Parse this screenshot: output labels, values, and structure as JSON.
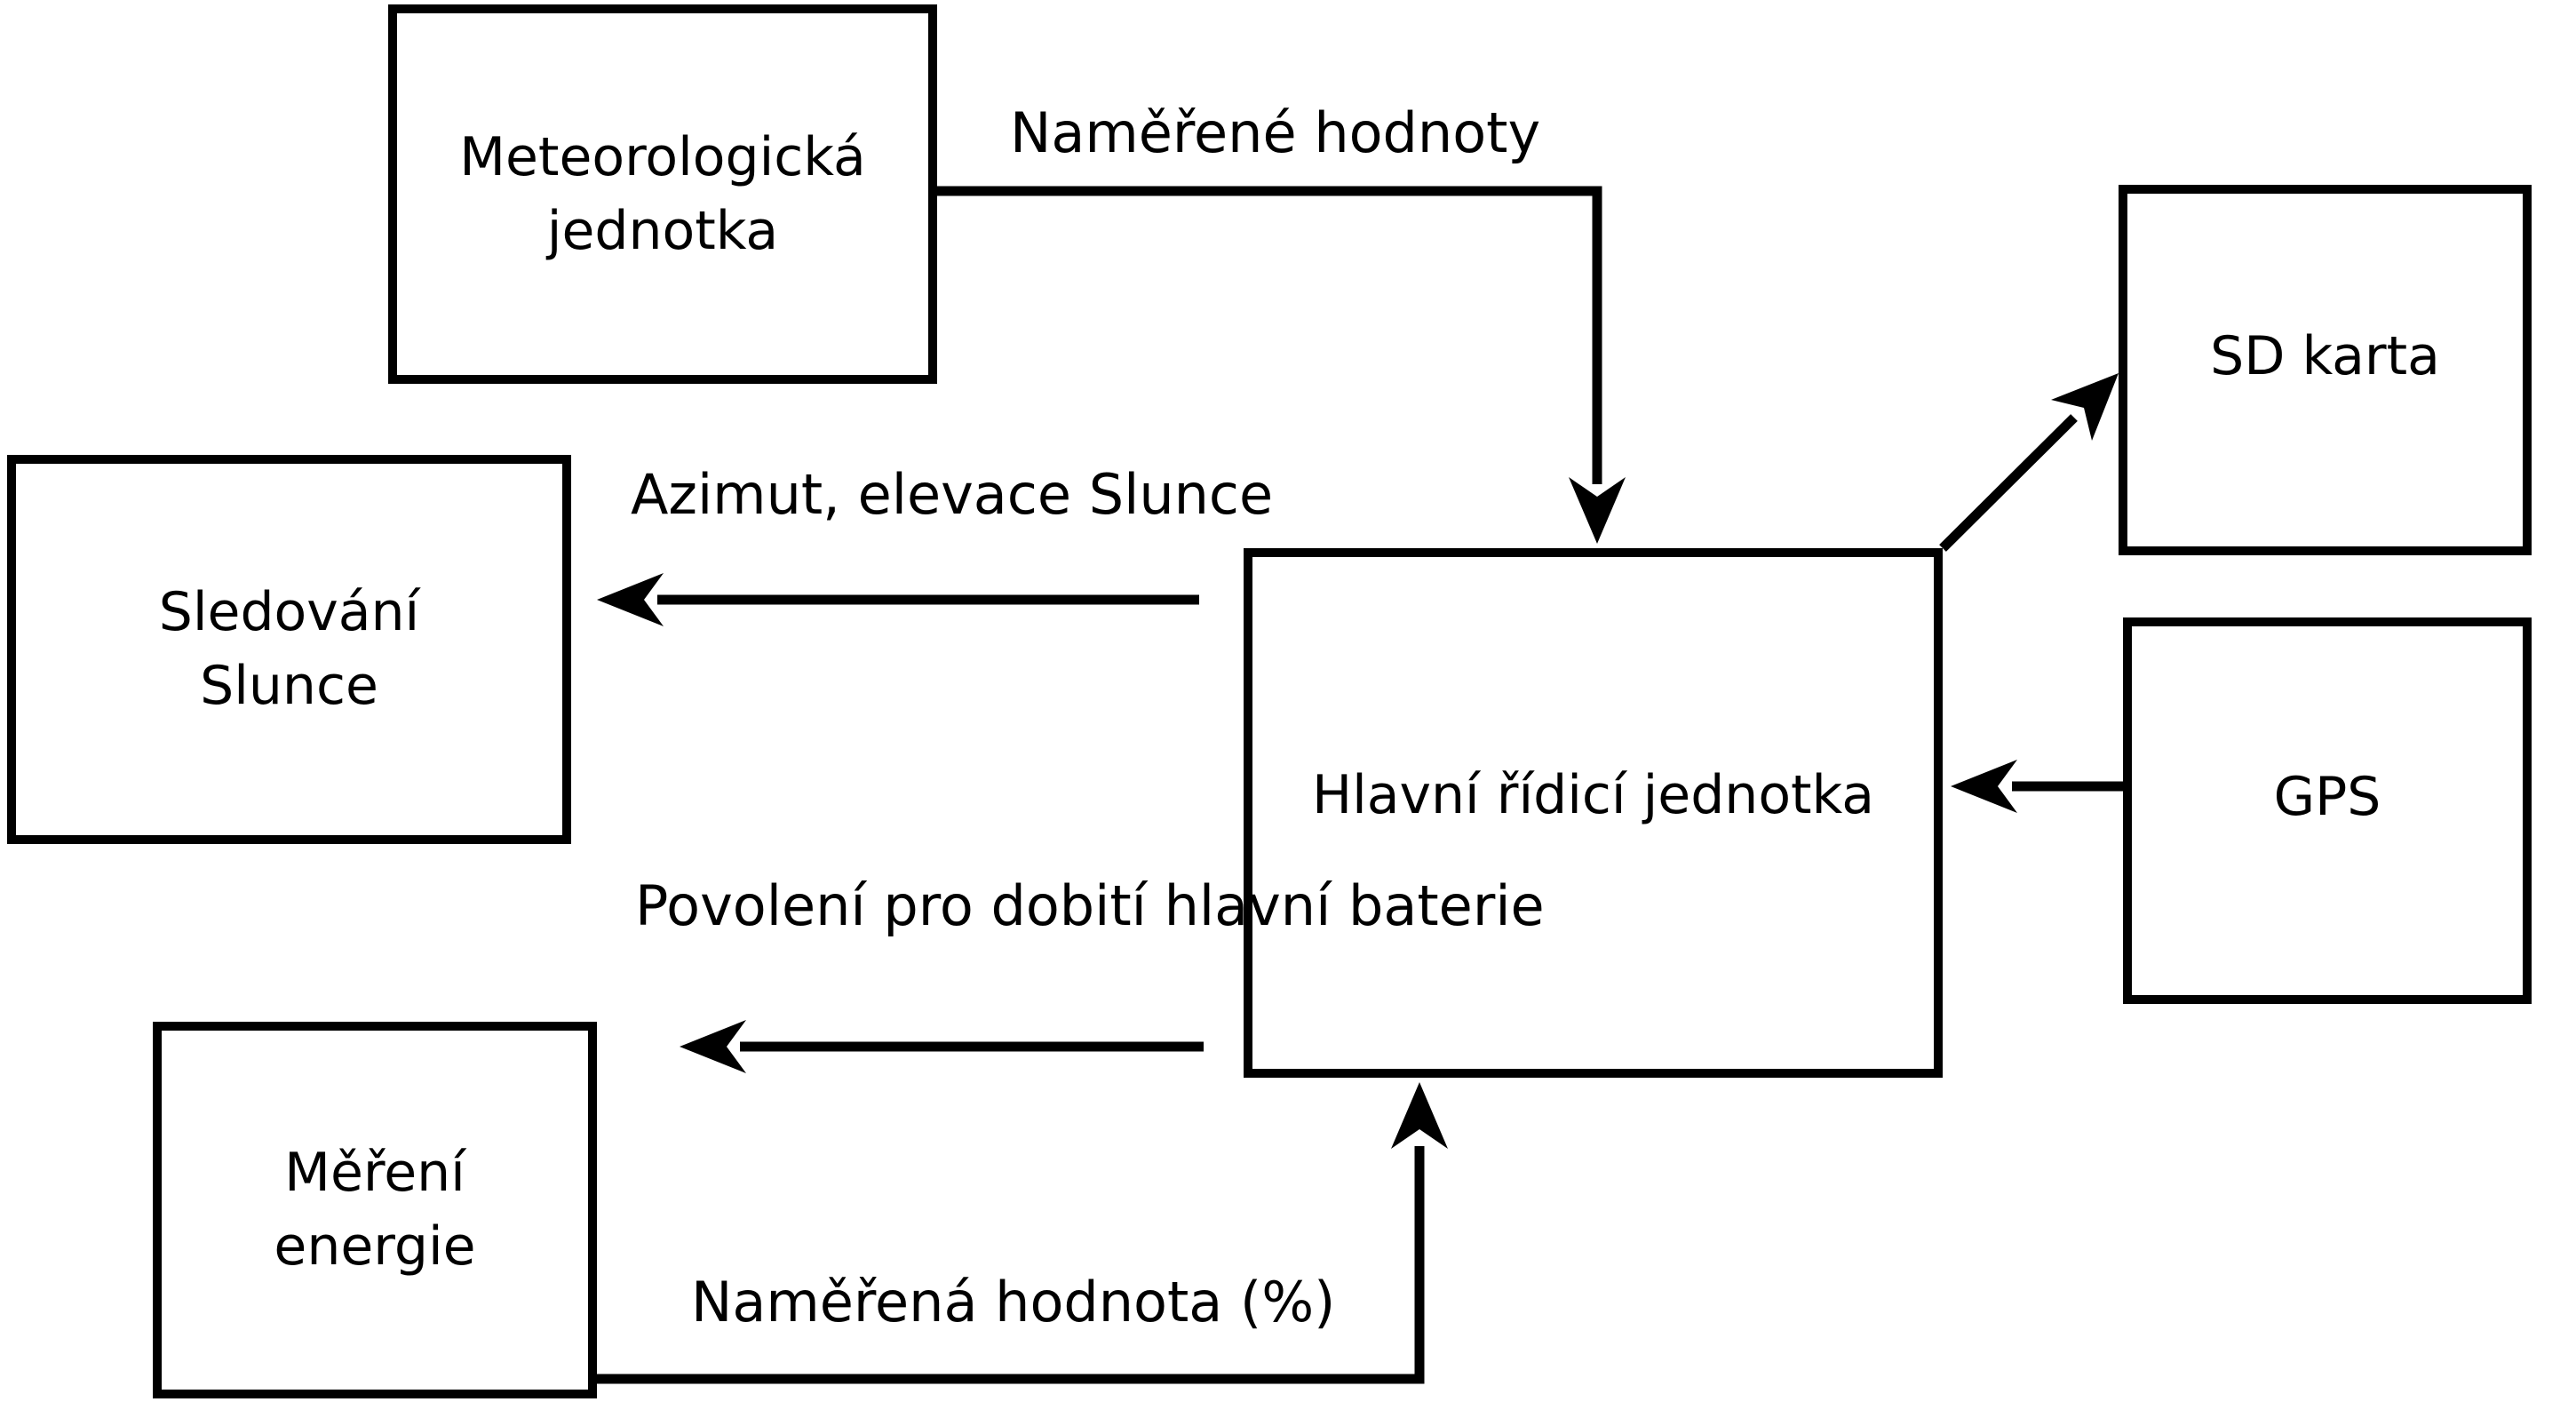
{
  "diagram": {
    "colors": {
      "background": "#ffffff",
      "line": "#000000",
      "text": "#000000"
    },
    "nodes": {
      "meteo": {
        "lines": [
          "Meteorologická",
          "jednotka"
        ]
      },
      "sledovani": {
        "lines": [
          "Sledování",
          "Slunce"
        ]
      },
      "mereni": {
        "lines": [
          "Měření",
          "energie"
        ]
      },
      "hlavni": {
        "label": "Hlavní řídicí jednotka"
      },
      "sd": {
        "label": "SD karta"
      },
      "gps": {
        "label": "GPS"
      }
    },
    "edges": {
      "namerene": {
        "label": "Naměřené hodnoty"
      },
      "azimut": {
        "label": "Azimut, elevace Slunce"
      },
      "povoleni": {
        "lines": [
          "Povolení pro dobití",
          "hlavní baterie"
        ]
      },
      "namerena": {
        "label": "Naměřená hodnota (%)"
      }
    }
  }
}
